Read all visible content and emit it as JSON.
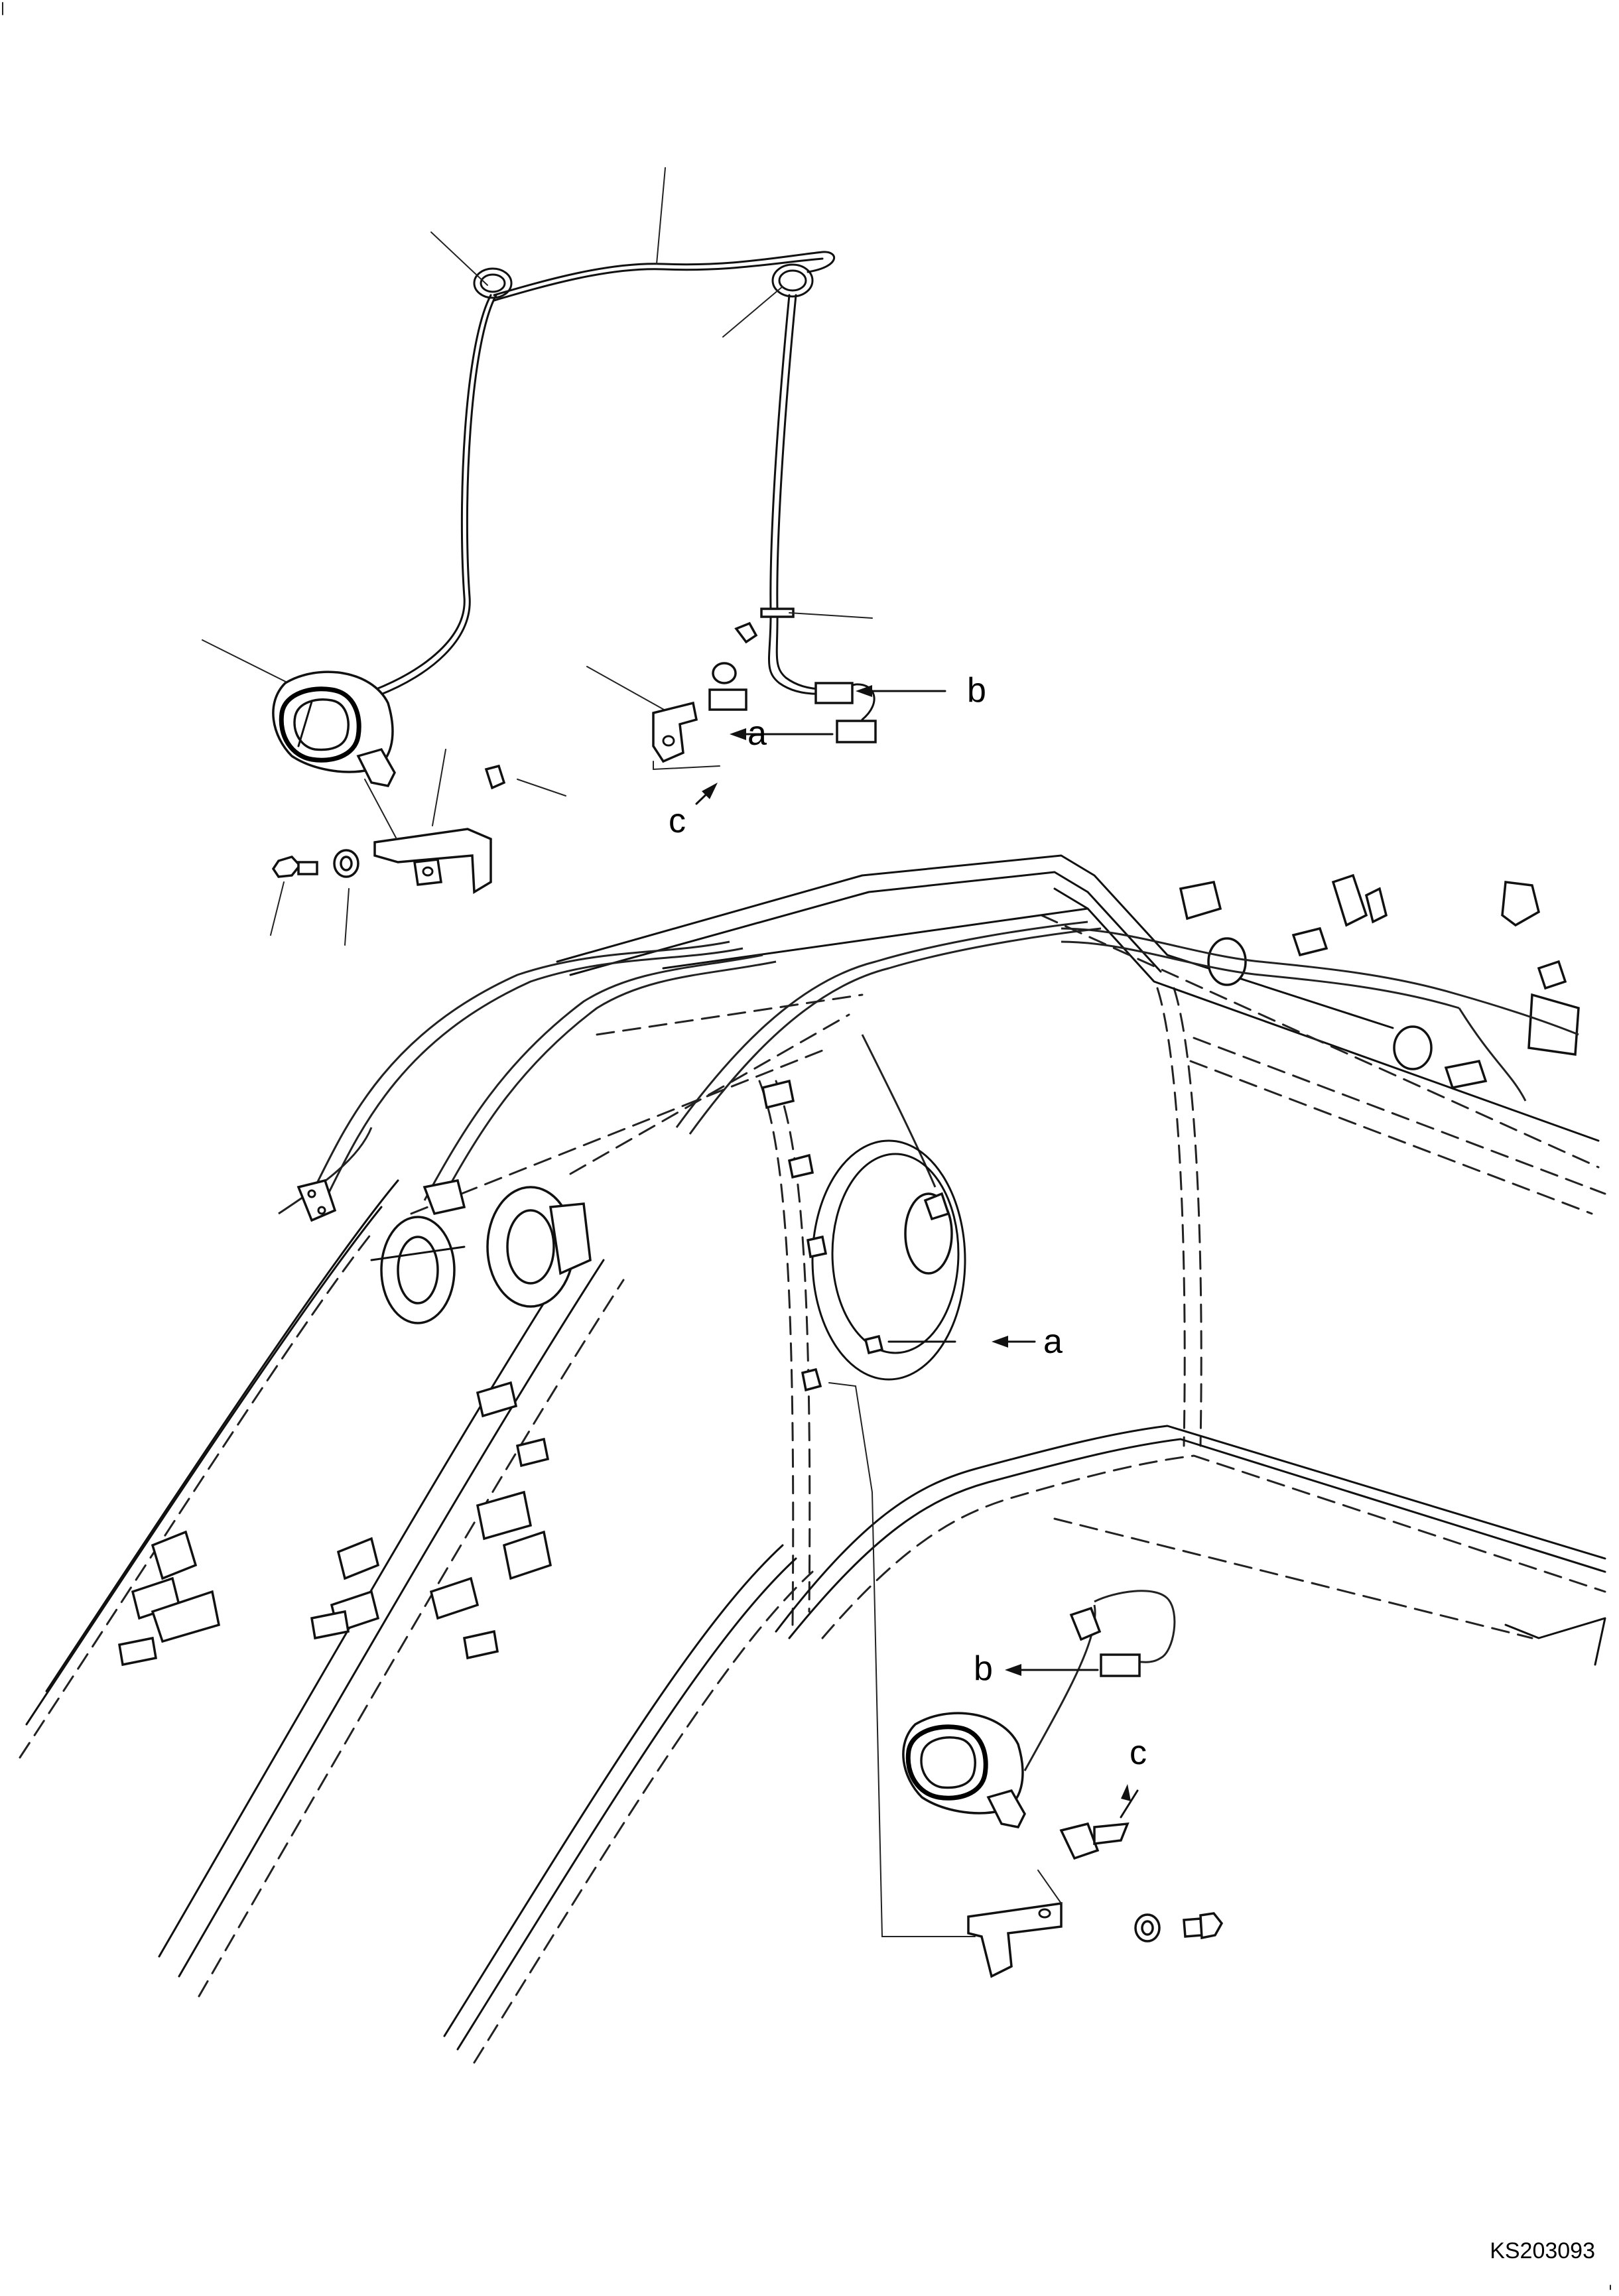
{
  "labels": {
    "a_top": "a",
    "b_top": "b",
    "c_top": "c",
    "a_mid": "a",
    "b_bottom": "b",
    "c_bottom": "c"
  },
  "drawing_code": "KS203093",
  "colors": {
    "line": "#111111",
    "background": "#ffffff"
  }
}
